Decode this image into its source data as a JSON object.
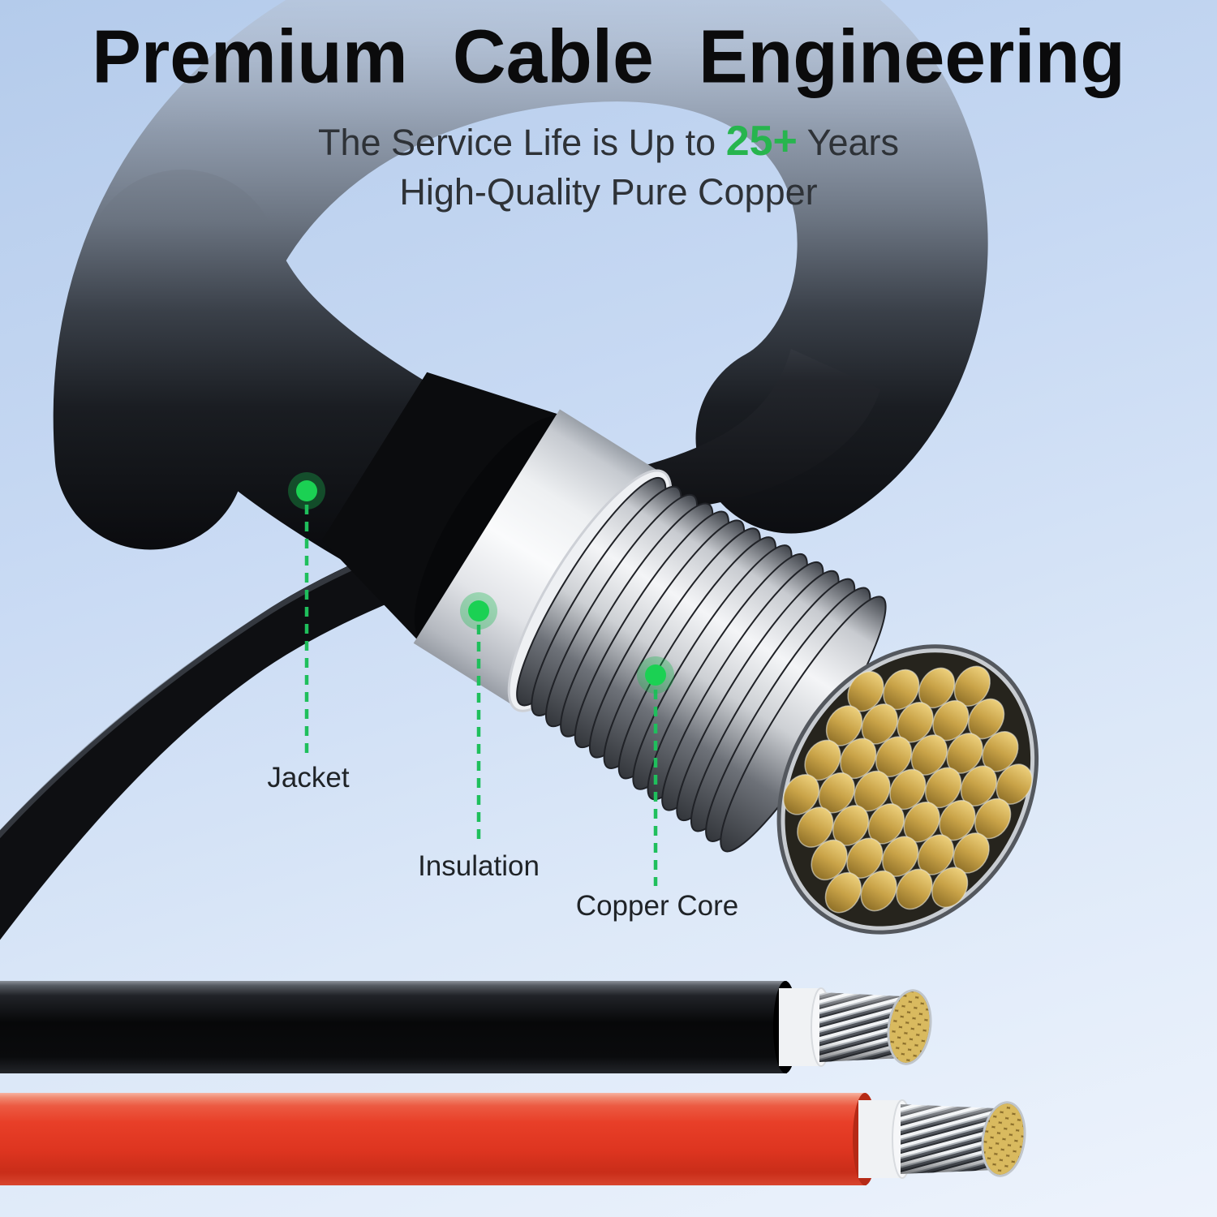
{
  "header": {
    "title": "Premium Cable Engineering",
    "subtitle": {
      "prefix": "The Service Life is Up to ",
      "highlight": "25+",
      "suffix": " Years"
    },
    "subtitle_line2": "High-Quality Pure Copper"
  },
  "diagram": {
    "callouts": [
      {
        "id": "jacket",
        "label": "Jacket"
      },
      {
        "id": "insulation",
        "label": "Insulation"
      },
      {
        "id": "copper-core",
        "label": "Copper Core"
      }
    ]
  },
  "colors": {
    "accent_green": "#27b54e",
    "callout_dot_green": "#1bd153",
    "callout_line_green": "#1fbf5c",
    "background_top": "#b4cbeb",
    "background_bottom": "#edf3fc",
    "jacket_black": "#0b0c0f",
    "insulation_white": "#f1f2f4",
    "copper_gold": "#c9a44e",
    "tinned_strand_silver": "#c3c6cb",
    "cable_red": "#e74630",
    "title_color": "#0b0b0c",
    "subtitle_color": "#2e3237",
    "label_color": "#1f2327"
  }
}
